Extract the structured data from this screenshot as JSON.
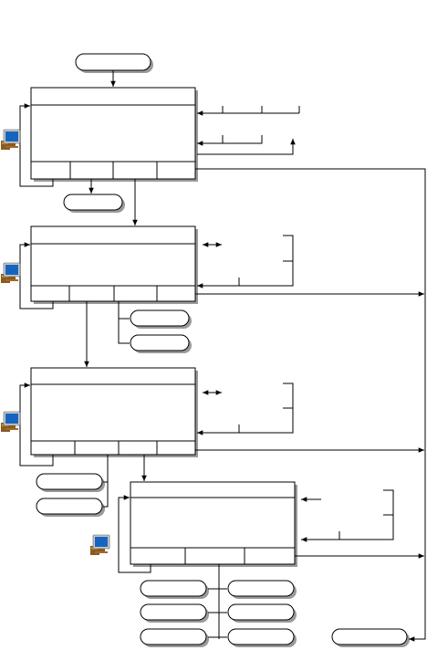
{
  "diagram": {
    "colors": {
      "line": "#000000",
      "box_fill": "#ffffff",
      "shadow": "#9a9a9a",
      "monitor_screen": "#1565c0",
      "monitor_frame": "#c8c8c8",
      "cpu_body": "#8a5a1e",
      "cpu_face": "#c0883a"
    },
    "icons": [
      "computer-icon",
      "computer-icon",
      "computer-icon",
      "computer-icon"
    ],
    "boxes": [
      {
        "name": "process-box-1",
        "cells": 4
      },
      {
        "name": "process-box-2",
        "cells": 4
      },
      {
        "name": "process-box-3",
        "cells": 4
      },
      {
        "name": "process-box-4",
        "cells": 3
      }
    ],
    "terminators": [
      "start-terminator",
      "output-terminator-1",
      "output-terminator-2a",
      "output-terminator-2b",
      "output-terminator-3a",
      "output-terminator-3b",
      "output-terminator-4a",
      "output-terminator-4b",
      "output-terminator-4c",
      "output-terminator-4d",
      "output-terminator-4e",
      "output-terminator-4f",
      "end-terminator"
    ]
  }
}
